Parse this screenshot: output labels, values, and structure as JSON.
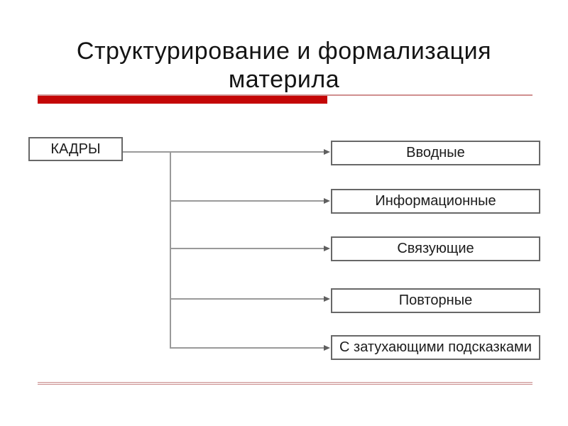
{
  "slide": {
    "title_lines": [
      "Структурирование и формализация",
      "материла"
    ],
    "accent_color": "#c40606",
    "rule_color": "#cf9a9a",
    "background_color": "#ffffff"
  },
  "diagram": {
    "root": {
      "label": "КАДРЫ"
    },
    "children": [
      {
        "label": "Вводные"
      },
      {
        "label": "Информационные"
      },
      {
        "label": "Связующие"
      },
      {
        "label": "Повторные"
      },
      {
        "label": "С затухающими подсказками"
      }
    ],
    "connector_color": "#9a9a9a",
    "node_border_color": "#686868"
  }
}
